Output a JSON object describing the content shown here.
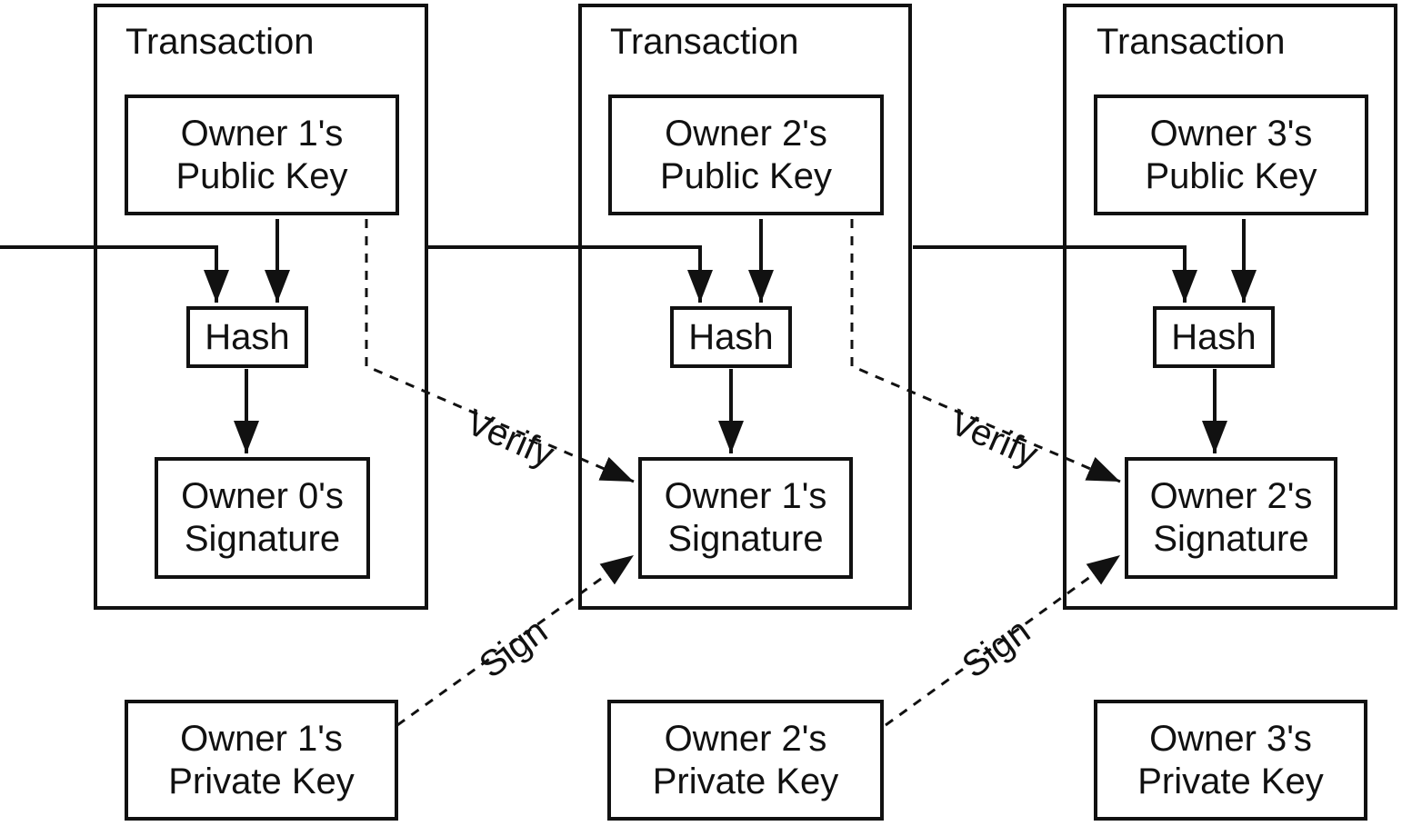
{
  "connectors": {
    "verify_label": "Verify",
    "sign_label": "Sign"
  },
  "transactions": [
    {
      "title": "Transaction",
      "public_key": {
        "line1": "Owner 1's",
        "line2": "Public Key"
      },
      "hash_label": "Hash",
      "signature": {
        "line1": "Owner 0's",
        "line2": "Signature"
      },
      "private_key": {
        "line1": "Owner 1's",
        "line2": "Private Key"
      }
    },
    {
      "title": "Transaction",
      "public_key": {
        "line1": "Owner 2's",
        "line2": "Public Key"
      },
      "hash_label": "Hash",
      "signature": {
        "line1": "Owner 1's",
        "line2": "Signature"
      },
      "private_key": {
        "line1": "Owner 2's",
        "line2": "Private Key"
      }
    },
    {
      "title": "Transaction",
      "public_key": {
        "line1": "Owner 3's",
        "line2": "Public Key"
      },
      "hash_label": "Hash",
      "signature": {
        "line1": "Owner 2's",
        "line2": "Signature"
      },
      "private_key": {
        "line1": "Owner 3's",
        "line2": "Private Key"
      }
    }
  ],
  "colors": {
    "line": "#111111",
    "background": "#ffffff",
    "text": "#111111"
  }
}
